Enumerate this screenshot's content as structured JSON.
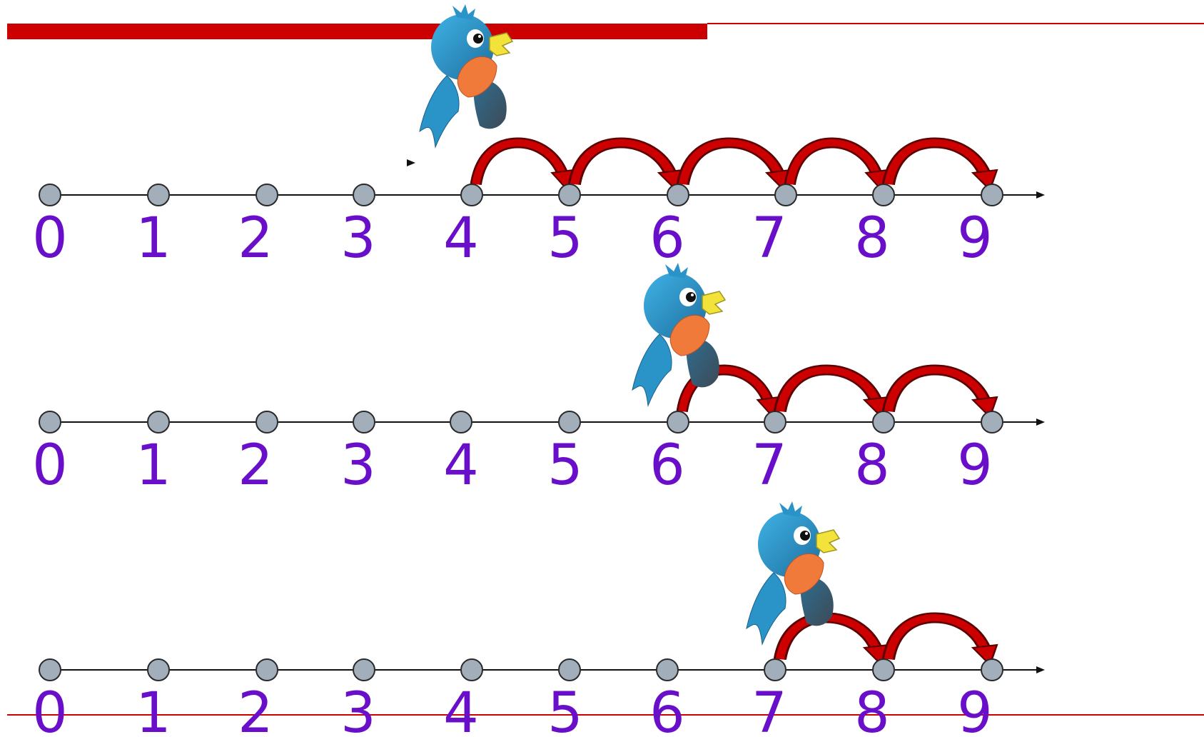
{
  "colors": {
    "label": "#6a0fc9",
    "dot_fill": "#a3aebb",
    "dot_stroke": "#2a2a2a",
    "axis": "#111111",
    "arrow": "#cc0000",
    "top_bar": "#cc0000",
    "rule": "#cc0000"
  },
  "number_lines": [
    {
      "ticks": [
        "0",
        "1",
        "2",
        "3",
        "4",
        "5",
        "6",
        "7",
        "8",
        "9"
      ],
      "start": 4,
      "hops": [
        [
          4,
          5
        ],
        [
          5,
          6
        ],
        [
          6,
          7
        ],
        [
          7,
          8
        ],
        [
          8,
          9
        ]
      ],
      "icon": "bluebird-icon"
    },
    {
      "ticks": [
        "0",
        "1",
        "2",
        "3",
        "4",
        "5",
        "6",
        "7",
        "8",
        "9"
      ],
      "start": 6,
      "hops": [
        [
          6,
          7
        ],
        [
          7,
          8
        ],
        [
          8,
          9
        ]
      ],
      "icon": "bluebird-icon"
    },
    {
      "ticks": [
        "0",
        "1",
        "2",
        "3",
        "4",
        "5",
        "6",
        "7",
        "8",
        "9"
      ],
      "start": 7,
      "hops": [
        [
          7,
          8
        ],
        [
          8,
          9
        ]
      ],
      "icon": "bluebird-icon"
    }
  ]
}
